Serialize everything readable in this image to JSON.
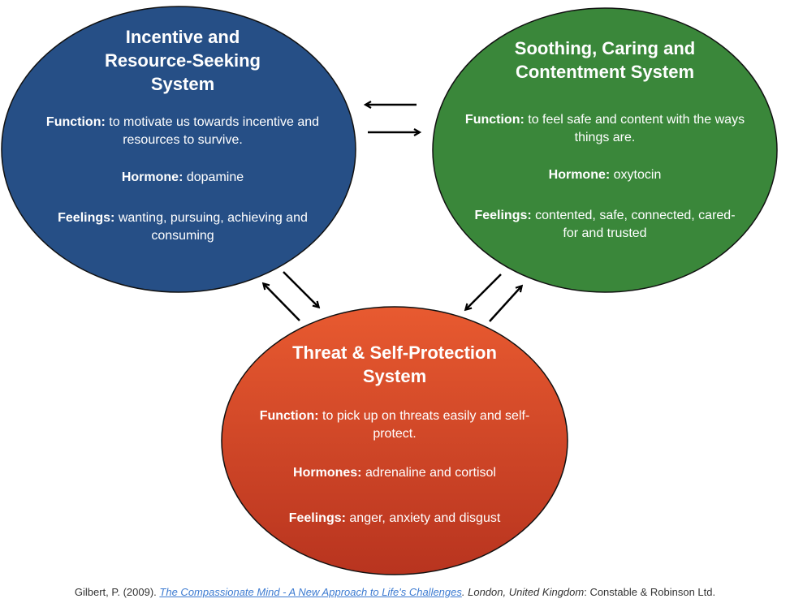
{
  "colors": {
    "incentive": "#264f86",
    "soothing": "#3a873a",
    "threat": "#d84a2a"
  },
  "systems": [
    {
      "title_lines": [
        "Incentive and",
        "Resource-Seeking",
        "System"
      ],
      "function_label": "Function:",
      "function_text": "to motivate us towards incentive and resources to survive.",
      "hormone_label": "Hormone:",
      "hormone_text": "dopamine",
      "feelings_label": "Feelings:",
      "feelings_text": "wanting, pursuing, achieving and consuming"
    },
    {
      "title_lines": [
        "Soothing, Caring  and",
        "Contentment System"
      ],
      "function_label": "Function:",
      "function_text": "to feel safe and content with the ways things are.",
      "hormone_label": "Hormone:",
      "hormone_text": "oxytocin",
      "feelings_label": "Feelings:",
      "feelings_text": "contented, safe, connected, cared-for and trusted"
    },
    {
      "title_lines": [
        "Threat & Self-Protection",
        "System"
      ],
      "function_label": "Function:",
      "function_text": "to pick up on threats easily and self-protect.",
      "hormone_label": "Hormones:",
      "hormone_text": "adrenaline and cortisol",
      "feelings_label": "Feelings:",
      "feelings_text": "anger, anxiety and disgust"
    }
  ],
  "citation": {
    "author": "Gilbert, P. (2009).",
    "title": "The Compassionate Mind - A New Approach to Life's Challenges",
    "place": "London, United Kingdom",
    "publisher": ": Constable & Robinson Ltd."
  }
}
